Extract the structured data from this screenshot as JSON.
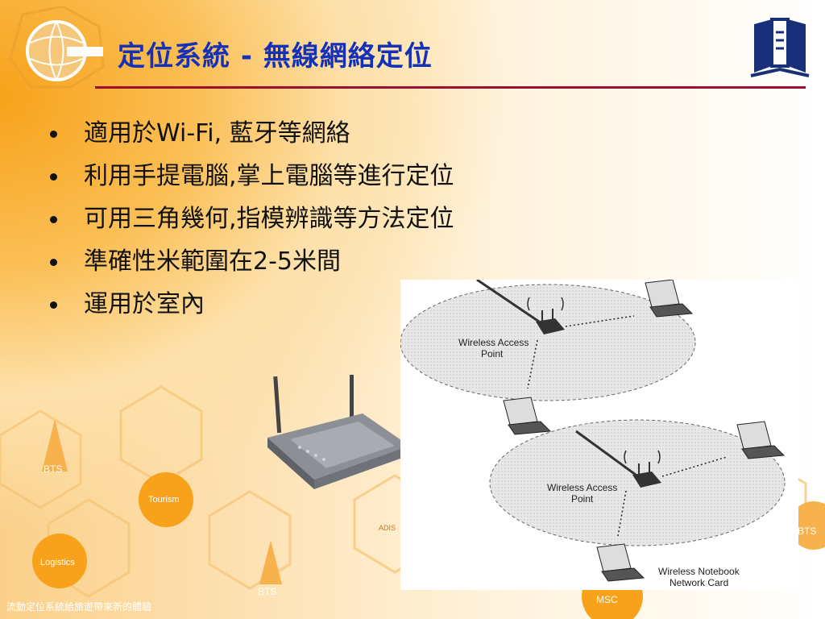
{
  "slide": {
    "title": "定位系統 - 無線網絡定位",
    "bullets": [
      "適用於Wi-Fi, 藍牙等網絡",
      "利用手提電腦,掌上電腦等進行定位",
      "可用三角幾何,指模辨識等方法定位",
      "準確性米範圍在2-5米間",
      "運用於室內"
    ],
    "footer": "流動定位系統給旅遊帶來新的體驗"
  },
  "background": {
    "labels": {
      "bts_left": "BTS",
      "tourism": "Tourism",
      "logistics": "Logistics",
      "bts_bottom": "BTS",
      "a_dis": "ADIS",
      "bts_right": "BTS",
      "msc": "MSC"
    }
  },
  "diagram": {
    "access_point_top": [
      "Wireless Access",
      "Point"
    ],
    "access_point_bottom": [
      "Wireless Access",
      "Point"
    ],
    "notebook_card": [
      "Wireless Notebook",
      "Network Card"
    ]
  },
  "colors": {
    "title": "#1531b8",
    "rule": "#9c0f2e",
    "accent_orange": "#f7a21a"
  }
}
